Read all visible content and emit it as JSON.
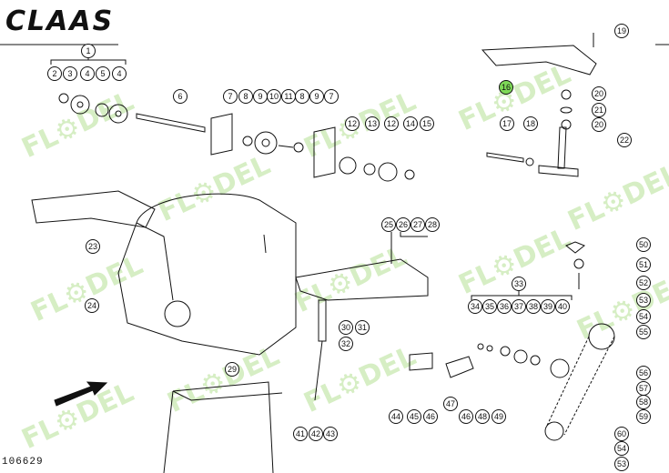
{
  "header": {
    "logo_text": "CLAAS"
  },
  "footer": {
    "doc_number": "106629"
  },
  "watermark": {
    "text": "FL⚙DEL"
  },
  "colors": {
    "line": "#111111",
    "highlight": "#7ed957"
  },
  "callouts": [
    {
      "num": "1"
    },
    {
      "num": "2"
    },
    {
      "num": "3"
    },
    {
      "num": "4"
    },
    {
      "num": "5"
    },
    {
      "num": "4"
    },
    {
      "num": "6"
    },
    {
      "num": "7"
    },
    {
      "num": "8"
    },
    {
      "num": "9"
    },
    {
      "num": "10"
    },
    {
      "num": "11"
    },
    {
      "num": "8"
    },
    {
      "num": "9"
    },
    {
      "num": "7"
    },
    {
      "num": "12"
    },
    {
      "num": "13"
    },
    {
      "num": "12"
    },
    {
      "num": "14"
    },
    {
      "num": "15"
    },
    {
      "num": "16"
    },
    {
      "num": "17"
    },
    {
      "num": "18"
    },
    {
      "num": "19"
    },
    {
      "num": "20"
    },
    {
      "num": "21"
    },
    {
      "num": "20"
    },
    {
      "num": "22"
    },
    {
      "num": "23"
    },
    {
      "num": "24"
    },
    {
      "num": "25"
    },
    {
      "num": "26"
    },
    {
      "num": "27"
    },
    {
      "num": "28"
    },
    {
      "num": "29"
    },
    {
      "num": "30"
    },
    {
      "num": "31"
    },
    {
      "num": "32"
    },
    {
      "num": "33"
    },
    {
      "num": "34"
    },
    {
      "num": "35"
    },
    {
      "num": "36"
    },
    {
      "num": "37"
    },
    {
      "num": "38"
    },
    {
      "num": "39"
    },
    {
      "num": "40"
    },
    {
      "num": "41"
    },
    {
      "num": "42"
    },
    {
      "num": "43"
    },
    {
      "num": "44"
    },
    {
      "num": "45"
    },
    {
      "num": "46"
    },
    {
      "num": "47"
    },
    {
      "num": "46"
    },
    {
      "num": "48"
    },
    {
      "num": "49"
    },
    {
      "num": "50"
    },
    {
      "num": "51"
    },
    {
      "num": "52"
    },
    {
      "num": "53"
    },
    {
      "num": "54"
    },
    {
      "num": "55"
    },
    {
      "num": "56"
    },
    {
      "num": "57"
    },
    {
      "num": "58"
    },
    {
      "num": "59"
    },
    {
      "num": "60"
    },
    {
      "num": "54"
    },
    {
      "num": "53"
    }
  ]
}
